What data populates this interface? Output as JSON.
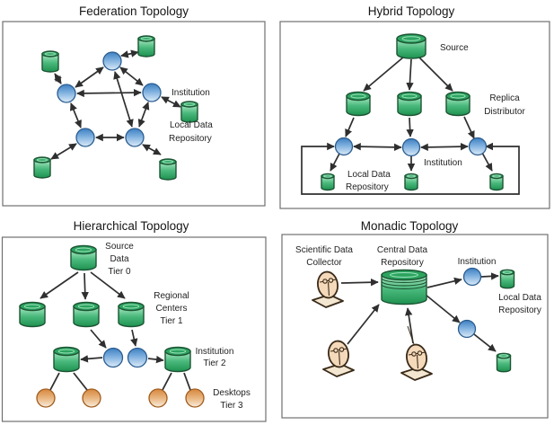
{
  "colors": {
    "repository_green": "#2FA35E",
    "repository_green_light": "#AEEAC6",
    "repository_green_dark": "#1E9150",
    "institution_blue": "#3D7FC1",
    "institution_blue_light": "#DCEBF8",
    "desktop_orange": "#D6873E",
    "desktop_orange_light": "#F7ECDC",
    "collector_tan": "#F4D9BA",
    "connector_dark": "#2F2F2F",
    "panel_border_gray": "#707070",
    "text_color": "#1F1F1F",
    "background": "#FFFFFF"
  },
  "panels": {
    "federation": {
      "title": "Federation Topology",
      "labels": {
        "institution": "Institution",
        "repository": [
          "Local Data",
          "Repository"
        ]
      }
    },
    "hybrid": {
      "title": "Hybrid Topology",
      "labels": {
        "source": "Source",
        "replica_distributor": [
          "Replica",
          "Distributor"
        ],
        "institution": "Institution",
        "repository": [
          "Local Data",
          "Repository"
        ]
      }
    },
    "hierarchical": {
      "title": "Hierarchical Topology",
      "labels": {
        "tier0": [
          "Source",
          "Data",
          "Tier 0"
        ],
        "tier1": [
          "Regional",
          "Centers",
          "Tier 1"
        ],
        "tier2": [
          "Institution",
          "Tier 2"
        ],
        "tier3": [
          "Desktops",
          "Tier 3"
        ]
      }
    },
    "monadic": {
      "title": "Monadic Topology",
      "labels": {
        "collector": [
          "Scientific Data",
          "Collector"
        ],
        "central": [
          "Central Data",
          "Repository"
        ],
        "institution": "Institution",
        "repository": [
          "Local Data",
          "Repository"
        ]
      }
    }
  }
}
